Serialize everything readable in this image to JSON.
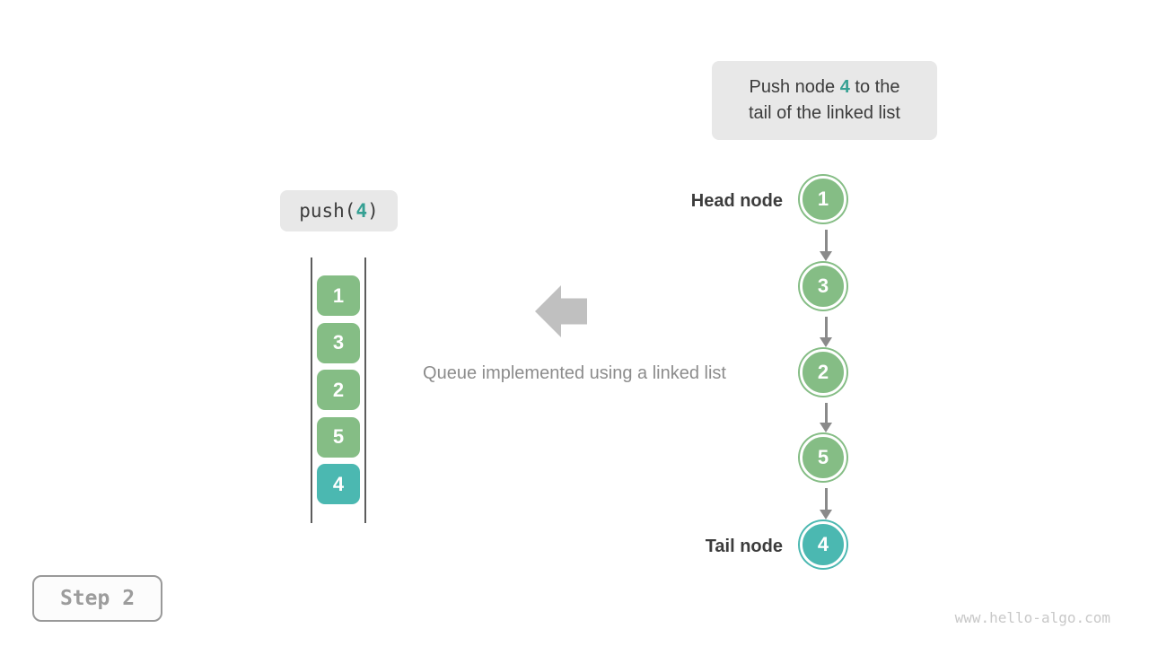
{
  "palette": {
    "node_green": "#85BD85",
    "node_teal": "#4BB8B1",
    "accent_teal": "#35A093",
    "box_bg": "#E8E8E8",
    "dark_text": "#3C3C3C",
    "muted_text": "#8C8C8C",
    "block_arrow": "#C0C0C0",
    "connector_gray": "#8A8A8A",
    "wall_gray": "#5C5C5C",
    "step_border": "#999999",
    "step_text": "#9C9C9C",
    "watermark": "#C8C8C8"
  },
  "caption": {
    "prefix": "Push node ",
    "value": "4",
    "suffix": " to the tail of the linked list"
  },
  "operation": {
    "prefix": "push(",
    "arg": "4",
    "suffix": ")"
  },
  "queue": {
    "cells": [
      {
        "value": "1",
        "color": "green"
      },
      {
        "value": "3",
        "color": "green"
      },
      {
        "value": "2",
        "color": "green"
      },
      {
        "value": "5",
        "color": "green"
      },
      {
        "value": "4",
        "color": "teal"
      }
    ]
  },
  "center_caption": "Queue implemented using a linked list",
  "linked_list": {
    "head_label": "Head node",
    "tail_label": "Tail node",
    "nodes": [
      {
        "value": "1",
        "color": "green"
      },
      {
        "value": "3",
        "color": "green"
      },
      {
        "value": "2",
        "color": "green"
      },
      {
        "value": "5",
        "color": "green"
      },
      {
        "value": "4",
        "color": "teal"
      }
    ]
  },
  "step_label": "Step 2",
  "watermark": "www.hello-algo.com"
}
